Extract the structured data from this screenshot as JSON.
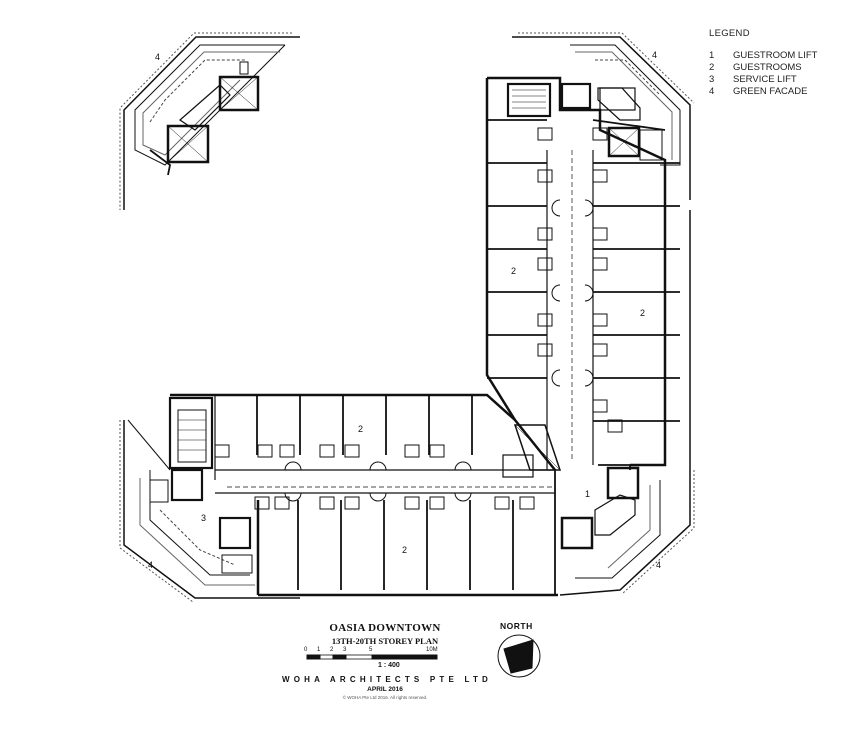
{
  "legend": {
    "title": "LEGEND",
    "items": [
      {
        "num": "1",
        "label": "GUESTROOM LIFT"
      },
      {
        "num": "2",
        "label": "GUESTROOMS"
      },
      {
        "num": "3",
        "label": "SERVICE LIFT"
      },
      {
        "num": "4",
        "label": "GREEN FACADE"
      }
    ]
  },
  "title_block": {
    "project": "OASIA DOWNTOWN",
    "plan_name": "13TH-20TH STOREY PLAN",
    "scale_ticks": [
      "0",
      "1",
      "2",
      "3",
      "5",
      "10M"
    ],
    "scale_ratio": "1 : 400",
    "firm": "WOHA ARCHITECTS PTE LTD",
    "date": "APRIL 2016",
    "copyright": "© WOHA Pte Ltd 2016. All rights reserved."
  },
  "north": {
    "label": "NORTH"
  },
  "plan_tags": {
    "green_facade": "4",
    "guestrooms": "2",
    "service_lift": "3",
    "guestroom_lift": "1"
  }
}
